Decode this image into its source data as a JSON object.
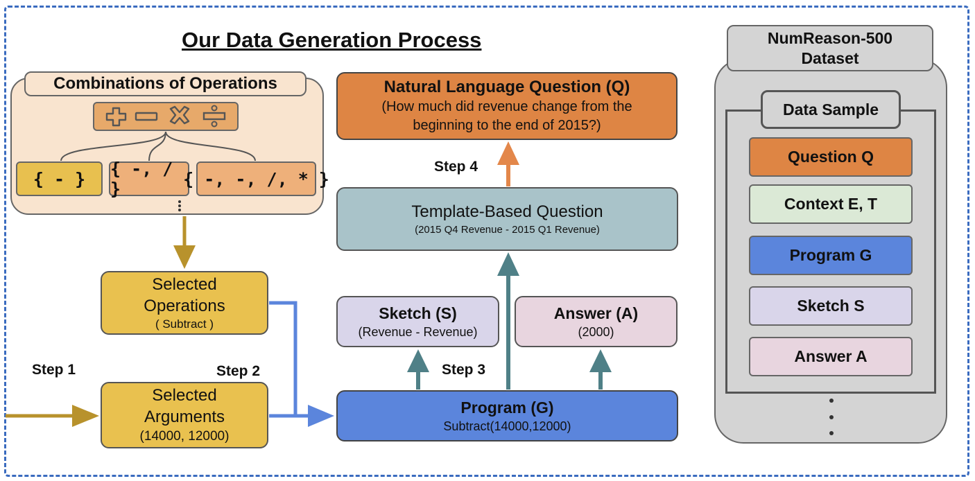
{
  "title": "Our Data Generation Process",
  "combinations": {
    "label": "Combinations of Operations",
    "operators": [
      "plus-icon",
      "minus-icon",
      "times-icon",
      "divide-icon"
    ],
    "sets": [
      "{ - }",
      "{ -, / }",
      "{ -, -, /, * }"
    ]
  },
  "selected_operations": {
    "line1": "Selected",
    "line2": "Operations",
    "detail": "( Subtract )"
  },
  "selected_arguments": {
    "line1": "Selected",
    "line2": "Arguments",
    "detail": "(14000, 12000)"
  },
  "steps": {
    "step1": "Step 1",
    "step2": "Step 2",
    "step3": "Step 3",
    "step4": "Step 4"
  },
  "program": {
    "title": "Program (G)",
    "detail": "Subtract(14000,12000)"
  },
  "sketch": {
    "title": "Sketch (S)",
    "detail": "(Revenue - Revenue)"
  },
  "answer": {
    "title": "Answer (A)",
    "detail": "(2000)"
  },
  "template_question": {
    "title": "Template-Based Question",
    "detail": "(2015 Q4 Revenue - 2015 Q1 Revenue)"
  },
  "nl_question": {
    "title": "Natural Language Question (Q)",
    "detail_line1": "(How much did revenue change from the",
    "detail_line2": "beginning to the end of 2015?)"
  },
  "dataset": {
    "title_line1": "NumReason-500",
    "title_line2": "Dataset",
    "sample_label": "Data Sample",
    "items": [
      "Question Q",
      "Context E, T",
      "Program G",
      "Sketch S",
      "Answer A"
    ]
  },
  "colors": {
    "frame": "#3a6bbf",
    "combo_bg": "#f9e4cf",
    "operator_bg": "#e7a96a",
    "set_yellow": "#e8c04f",
    "set_orange": "#eeb07a",
    "gold": "#e9c14f",
    "blue": "#5b85dc",
    "teal": "#a9c3c9",
    "purple": "#d9d5ea",
    "pink": "#e8d5df",
    "orange": "#de8544",
    "green": "#dbe9d6",
    "gray": "#d4d4d4",
    "arrow_gold": "#b8922c",
    "arrow_blue": "#5b85dc",
    "arrow_teal": "#4f8087",
    "arrow_orange": "#e3874a"
  }
}
